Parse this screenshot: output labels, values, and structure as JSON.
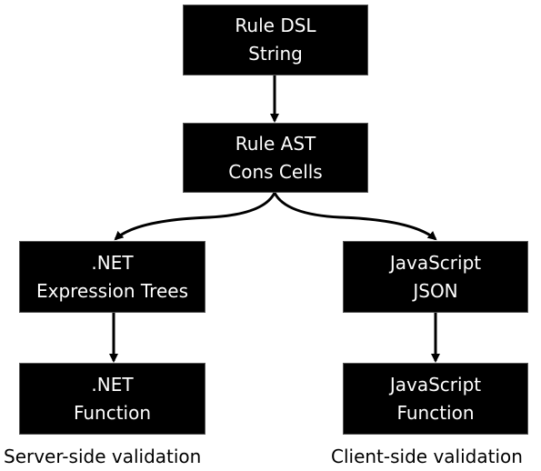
{
  "nodes": {
    "rule_dsl": {
      "line1": "Rule DSL",
      "line2": "String"
    },
    "rule_ast": {
      "line1": "Rule AST",
      "line2": "Cons Cells"
    },
    "net_expr": {
      "line1": ".NET",
      "line2": "Expression Trees"
    },
    "js_json": {
      "line1": "JavaScript",
      "line2": "JSON"
    },
    "net_func": {
      "line1": ".NET",
      "line2": "Function"
    },
    "js_func": {
      "line1": "JavaScript",
      "line2": "Function"
    }
  },
  "captions": {
    "server": "Server-side validation",
    "client": "Client-side validation"
  },
  "colors": {
    "box_fill": "#000000",
    "box_text": "#ffffff",
    "arrow": "#000000",
    "background": "#ffffff"
  }
}
